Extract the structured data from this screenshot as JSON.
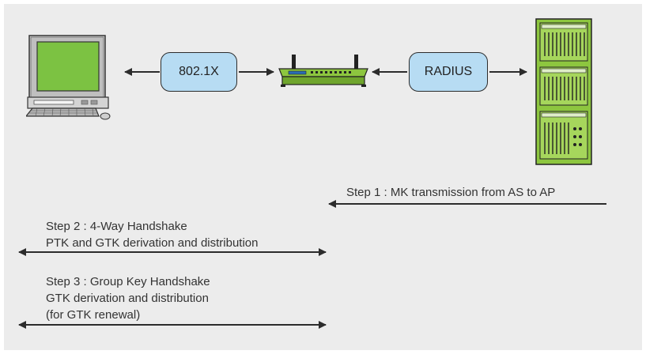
{
  "diagram": {
    "nodes": {
      "supplicant": {
        "icon": "desktop-computer-icon"
      },
      "access_point": {
        "icon": "access-point-router-icon"
      },
      "auth_server": {
        "icon": "server-rack-icon"
      }
    },
    "protocols": {
      "left": "802.1X",
      "right": "RADIUS"
    },
    "steps": [
      {
        "lines": [
          "Step 1 : MK transmission from AS to AP"
        ]
      },
      {
        "lines": [
          "Step 2 : 4-Way Handshake",
          "PTK and GTK derivation and distribution"
        ]
      },
      {
        "lines": [
          "Step 3 : Group Key Handshake",
          "GTK derivation and distribution",
          "(for GTK renewal)"
        ]
      }
    ],
    "colors": {
      "background": "#ececec",
      "pill_fill": "#b7dcf3",
      "device_green": "#8dc63f",
      "screen_green": "#7cc242",
      "arrow": "#2c2c2c"
    }
  }
}
